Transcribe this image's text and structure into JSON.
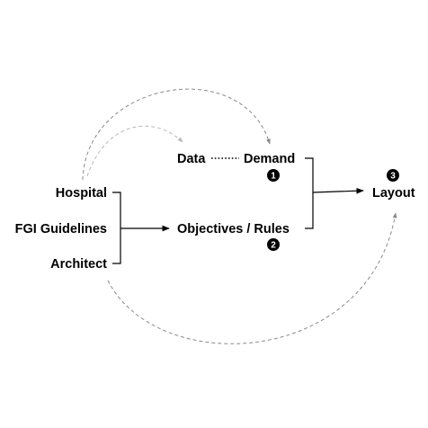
{
  "nodes": {
    "hospital": "Hospital",
    "fgi_guidelines": "FGI Guidelines",
    "architect": "Architect",
    "data": "Data",
    "demand": "Demand",
    "objectives_rules": "Objectives / Rules",
    "layout": "Layout"
  },
  "steps": {
    "one": "1",
    "two": "2",
    "three": "3"
  },
  "colors": {
    "line": "#000000",
    "dashed_arc": "#8a8a8a",
    "dashed_arc_light": "#b8b8b8"
  }
}
